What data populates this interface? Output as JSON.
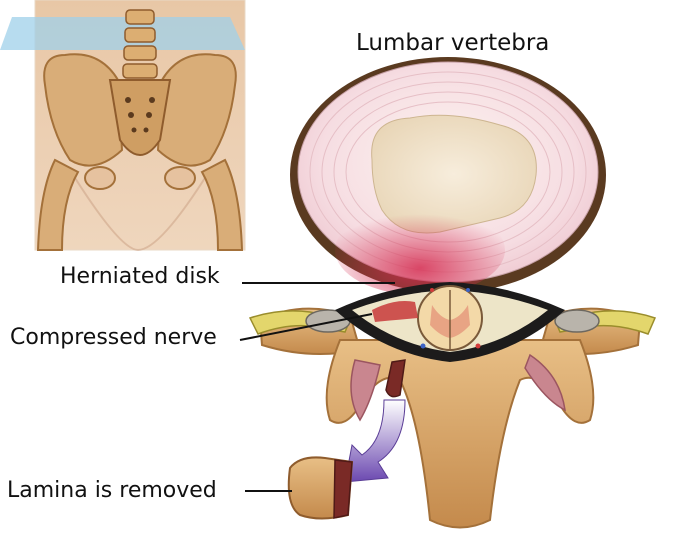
{
  "title": "Lumbar vertebra",
  "labels": {
    "herniated_disk": "Herniated disk",
    "compressed_nerve": "Compressed nerve",
    "lamina_removed": "Lamina is removed"
  },
  "colors": {
    "bone": "#d7a566",
    "bone_dark": "#a4713a",
    "disk_outer": "#f6e1e4",
    "disk_nucleus": "#f3e6cf",
    "herniation": "#d9465e",
    "nerve": "#e3d66c",
    "arrow": "#7b58b8",
    "highlight_band": "#9fd0ea"
  }
}
